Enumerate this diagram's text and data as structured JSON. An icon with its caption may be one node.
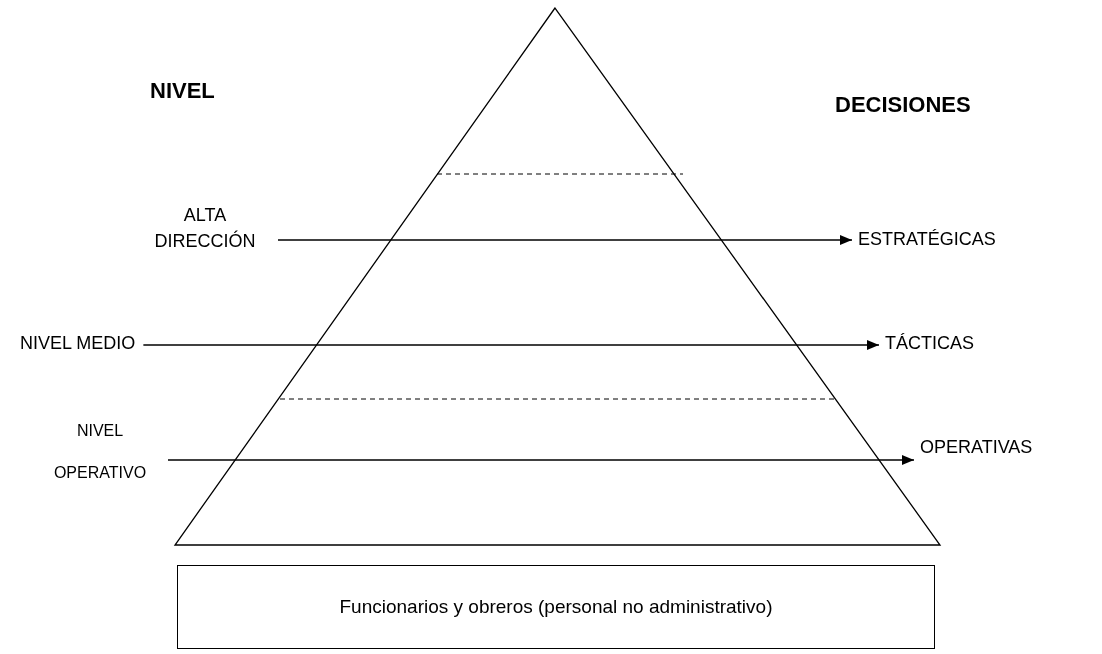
{
  "diagram": {
    "nodes": [
      {
        "text": [
          "ALTA DIRECCIÓN"
        ]
      },
      {
        "text": [
          "ESTRATÉGICAS"
        ]
      },
      {
        "text": [
          "NIVEL MEDIO"
        ]
      },
      {
        "text": [
          "TÁCTICAS"
        ]
      },
      {
        "text": [
          "NIVEL OPERATIVO"
        ]
      },
      {
        "text": [
          "OPERATIVAS"
        ]
      },
      {
        "text": [
          "Funcionarios y obreros (personal no administrativo)"
        ]
      }
    ],
    "edges": [
      {
        "from": 0,
        "to": 1,
        "arrow": "to"
      },
      {
        "from": 2,
        "to": 3,
        "arrow": "to"
      },
      {
        "from": 4,
        "to": 5,
        "arrow": "to"
      }
    ],
    "labels": [
      "NIVEL",
      "DECISIONES"
    ]
  }
}
